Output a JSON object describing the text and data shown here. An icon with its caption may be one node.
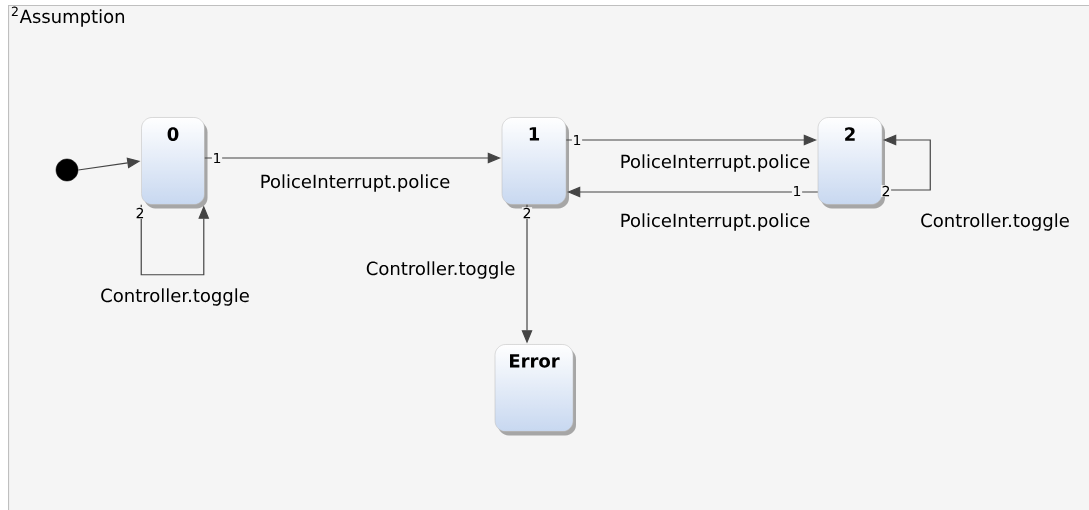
{
  "diagram": {
    "nodes": [
      {
        "text": [
          "$^{2}$Assumption"
        ]
      },
      {
        "text": [],
        "shape": "circle",
        "in": 0
      },
      {
        "text": [
          "0"
        ],
        "in": 0
      },
      {
        "text": [
          "1"
        ],
        "in": 0
      },
      {
        "text": [
          "2"
        ],
        "in": 0
      },
      {
        "text": [
          "Error"
        ],
        "in": 0
      }
    ],
    "edges": [
      {
        "from": 1,
        "to": 2,
        "arrow": "to"
      },
      {
        "from": 2,
        "to": 3,
        "arrow": "to",
        "label": "PoliceInterrupt.police"
      },
      {
        "from": 2,
        "to": 2,
        "arrow": "to",
        "label": "Controller.toggle"
      },
      {
        "from": 3,
        "to": 4,
        "arrow": "to",
        "label": "PoliceInterrupt.police"
      },
      {
        "from": 4,
        "to": 3,
        "arrow": "to",
        "label": "PoliceInterrupt.police"
      },
      {
        "from": 4,
        "to": 4,
        "arrow": "to",
        "label": "Controller.toggle"
      },
      {
        "from": 3,
        "to": 5,
        "arrow": "to",
        "label": "Controller.toggle"
      }
    ],
    "labels": [
      "1",
      "1",
      "1",
      "2",
      "2",
      "2"
    ]
  }
}
